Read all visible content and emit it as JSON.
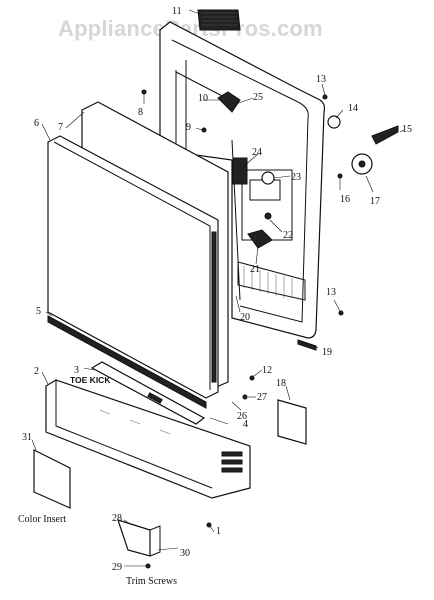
{
  "watermark": "AppliancePartsPros.com",
  "labels": {
    "toe_kick": "TOE KICK",
    "color_insert": "Color Insert",
    "trim_screws": "Trim Screws"
  },
  "callouts": [
    "1",
    "2",
    "3",
    "4",
    "5",
    "6",
    "7",
    "8",
    "9",
    "10",
    "11",
    "12",
    "13",
    "13",
    "14",
    "15",
    "16",
    "17",
    "18",
    "19",
    "20",
    "21",
    "22",
    "23",
    "24",
    "25",
    "26",
    "27",
    "28",
    "29",
    "30",
    "31"
  ]
}
